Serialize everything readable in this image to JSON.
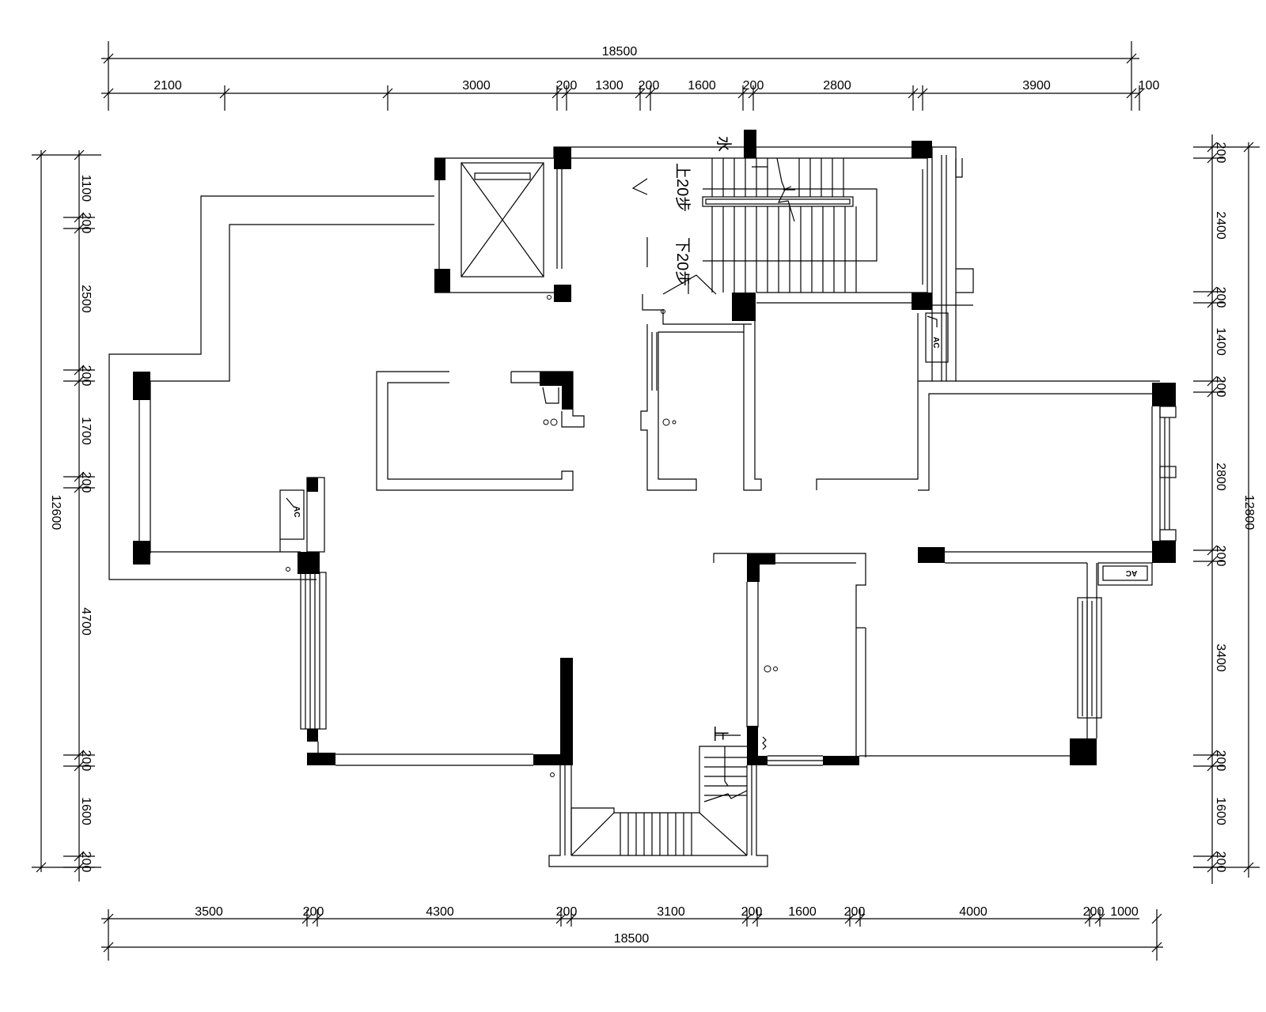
{
  "dims": {
    "top_total": "18500",
    "top": [
      "2100",
      "3000",
      "200",
      "1300",
      "200",
      "1600",
      "200",
      "2800",
      "3900",
      "100"
    ],
    "bottom": [
      "3500",
      "200",
      "4300",
      "200",
      "3100",
      "200",
      "1600",
      "200",
      "4000",
      "200",
      "1000"
    ],
    "bottom_total": "18500",
    "left_total": "12600",
    "left": [
      "1100",
      "200",
      "2500",
      "200",
      "1700",
      "200",
      "4700",
      "200",
      "1600",
      "200"
    ],
    "right_total": "12800",
    "right": [
      "200",
      "2400",
      "200",
      "1400",
      "200",
      "2800",
      "200",
      "3400",
      "200",
      "1600",
      "200"
    ]
  },
  "notes": {
    "water": "水",
    "up_stairs": "上20步",
    "down_stairs": "下20步",
    "up_small": "上"
  },
  "ac_label": "AC",
  "colors": {
    "line": "#000000",
    "background": "#ffffff"
  }
}
